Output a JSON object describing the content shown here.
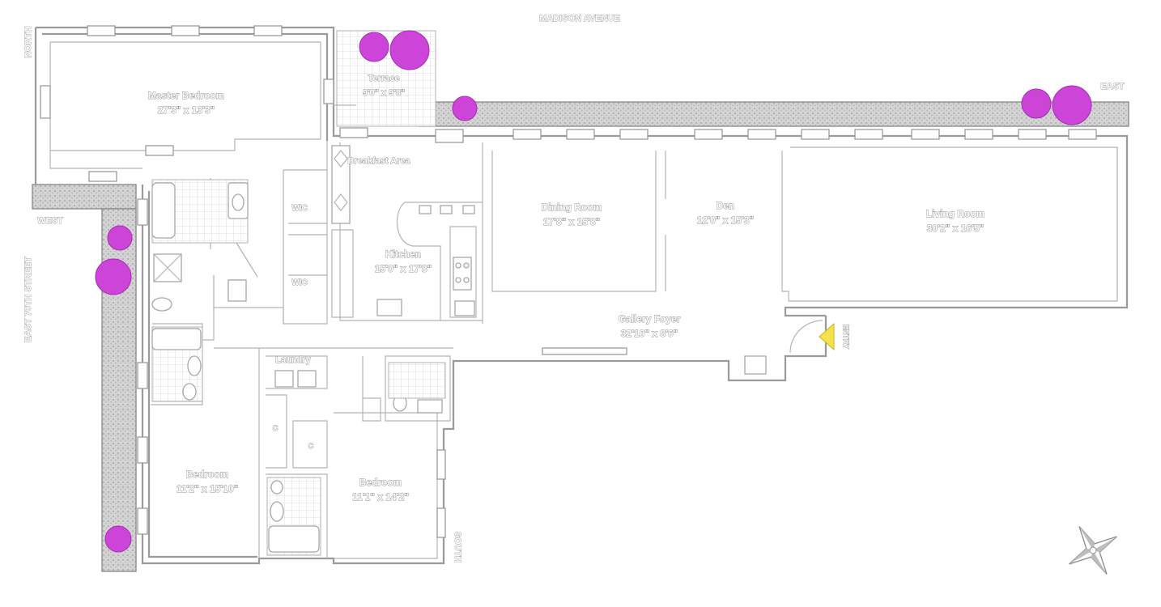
{
  "streets": {
    "north": "MADISON AVENUE",
    "east": "EAST",
    "west": "WEST",
    "west_street": "EAST 70TH STREET",
    "north_side": "NORTH",
    "south_side": "SOUTH"
  },
  "rooms": [
    {
      "id": "master-bedroom",
      "name": "Master Bedroom",
      "dims": "27'3\" x 13'3\""
    },
    {
      "id": "terrace",
      "name": "Terrace",
      "dims": "9'0\" x 9'8\""
    },
    {
      "id": "breakfast-area",
      "name": "Breakfast Area",
      "dims": ""
    },
    {
      "id": "dining-room",
      "name": "Dining Room",
      "dims": "17'8\" x 15'8\""
    },
    {
      "id": "den",
      "name": "Den",
      "dims": "12'0\" x 15'3\""
    },
    {
      "id": "living-room",
      "name": "Living Room",
      "dims": "30'2\" x 16'5\""
    },
    {
      "id": "kitchen",
      "name": "Kitchen",
      "dims": "15'0\" x 17'8\""
    },
    {
      "id": "gallery-foyer",
      "name": "Gallery Foyer",
      "dims": "32'10\" x 8'6\""
    },
    {
      "id": "laundry",
      "name": "Laundry",
      "dims": ""
    },
    {
      "id": "bedroom-1",
      "name": "Bedroom",
      "dims": "11'2\" x 15'10\""
    },
    {
      "id": "bedroom-2",
      "name": "Bedroom",
      "dims": "11'1\" x 14'2\""
    }
  ],
  "small_labels": {
    "wic_1": "WIC",
    "wic_2": "WIC",
    "closet": "C",
    "entry": "ENTRY"
  },
  "colors": {
    "plant": "#cc44d8",
    "entry_arrow": "#f3e24a",
    "wall": "#9a9a9a",
    "terrace": "#cfcfcf"
  },
  "icons": {
    "compass": "compass-rose-icon",
    "entry": "entry-arrow-icon"
  }
}
